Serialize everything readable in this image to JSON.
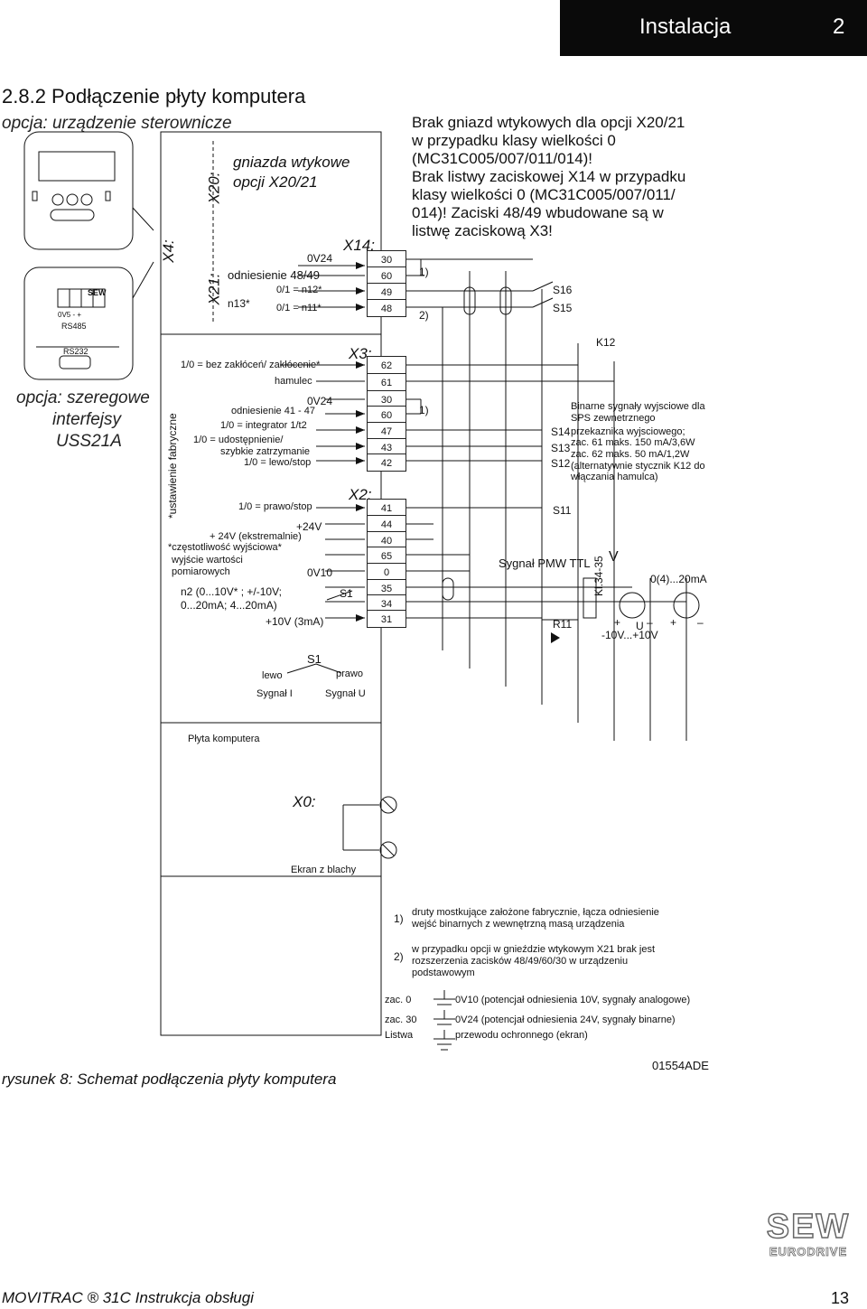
{
  "header": {
    "section": "Instalacja",
    "chapter": "2"
  },
  "heading": "2.8.2  Podłączenie płyty komputera",
  "opt_control": "opcja: urządzenie sterownicze",
  "opt_serial": [
    "opcja: szeregowe",
    "interfejsy",
    "USS21A"
  ],
  "conn": {
    "x4": "X4:",
    "x20": "X20:",
    "x21": "X21:",
    "x14": "X14:",
    "x3": "X3:",
    "x2": "X2:",
    "x0": "X0:",
    "gniazda": [
      "gniazda wtykowe",
      "opcji X20/21"
    ],
    "rs485": "RS485",
    "rs232": "RS232",
    "sew": "SEW",
    "keypad_pins": "0V5  -  +"
  },
  "x14_terms": [
    "30",
    "60",
    "49",
    "48"
  ],
  "x3_terms": [
    "62",
    "61",
    "30",
    "60",
    "47",
    "43",
    "42"
  ],
  "x2_terms": [
    "41",
    "44",
    "40",
    "65",
    "0",
    "35",
    "34",
    "31"
  ],
  "labels": {
    "ov24_top": "0V24",
    "odn4849": "odniesienie 48/49",
    "n13": "n13*",
    "n12": "0/1 = n12*",
    "n11": "0/1 = n11*",
    "brake": "1/0 = bez zakłóceń/ zakłócenie*",
    "hamulec": "hamulec",
    "ov24_mid": "0V24",
    "odn4147": "odniesienie 41 - 47",
    "integrator": "1/0 = integrator 1/t2",
    "udost": "1/0 =  udostępnienie/",
    "szybkie": "szybkie zatrzymanie",
    "lewo_stop": "1/0 = lewo/stop",
    "prawo_stop": "1/0 = prawo/stop",
    "p24v": "+24V",
    "p24ext": "+ 24V (ekstremalnie)",
    "czest": "*częstotliwość wyjściowa*",
    "ustaw": "*ustawienie fabryczne",
    "wyjscie": "wyjście wartości",
    "pomiar": "pomiarowych",
    "ov10": "0V10",
    "n2a": "n2 (0...10V* ; +/-10V;",
    "n2b": "0...20mA; 4...20mA)",
    "p10v": "+10V (3mA)",
    "s1": "S1",
    "lewo": "lewo",
    "prawo": "prawo",
    "sygI": "Sygnał I",
    "sygU": "Sygnał U",
    "plyta": "Płyta komputera",
    "ekran": "Ekran z blachy",
    "note1": "1)",
    "note2": "2)",
    "s16": "S16",
    "s15": "S15",
    "k12": "K12",
    "s14": "S14",
    "s13": "S13",
    "s12": "S12",
    "s11": "S11",
    "binarne": [
      "Binarne sygnały wyjsciowe dla",
      "SPS zewnetrznego"
    ],
    "przek": "przekaznika wyjsciowego;",
    "zac61": "zac. 61 maks. 150 mA/3,6W",
    "zac62": "zac. 62 maks. 50 mA/1,2W",
    "altern": "(alternatywnie stycznik K12 do",
    "wlacz": "włączania hamulca)",
    "pmw": "Sygnał PMW TTL",
    "r11": "R11",
    "kl": "Kl.34-35",
    "v": "V",
    "u": "U",
    "range10": "-10V...+10V",
    "range20": "0(4)...20mA",
    "plus": "+",
    "minus": "–"
  },
  "note_block": [
    "Brak gniazd wtykowych dla opcji X20/21",
    "w przypadku klasy wielkości 0",
    "(MC31C005/007/011/014)!",
    "Brak listwy zaciskowej X14 w przypadku",
    "klasy wielkości 0 (MC31C005/007/011/",
    "014)! Zaciski 48/49 wbudowane są w",
    "listwę zaciskową X3!"
  ],
  "footnotes": {
    "f1a": "druty mostkujące założone fabrycznie, łącza odniesienie",
    "f1b": "wejść binarnych z wewnętrzną masą urządzenia",
    "f2a": "w przypadku opcji w gnieździe wtykowym X21 brak jest",
    "f2b": "rozszerzenia zacisków 48/49/60/30 w urządzeniu",
    "f2c": "podstawowym"
  },
  "legend": {
    "zac0": "zac. 0",
    "zac0_txt": "0V10 (potencjał odniesienia 10V, sygnały analogowe)",
    "zac30": "zac. 30",
    "zac30_txt": "0V24 (potencjał odniesienia 24V, sygnały binarne)",
    "listwa": "Listwa",
    "listwa_txt": "przewodu ochronnego (ekran)"
  },
  "figure_caption": "rysunek 8: Schemat podłączenia płyty komputera",
  "figure_code": "01554ADE",
  "footer": {
    "manual": "MOVITRAC ® 31C Instrukcja obsługi",
    "page": "13",
    "logo_top": "SEW",
    "logo_bottom": "EURODRIVE"
  }
}
